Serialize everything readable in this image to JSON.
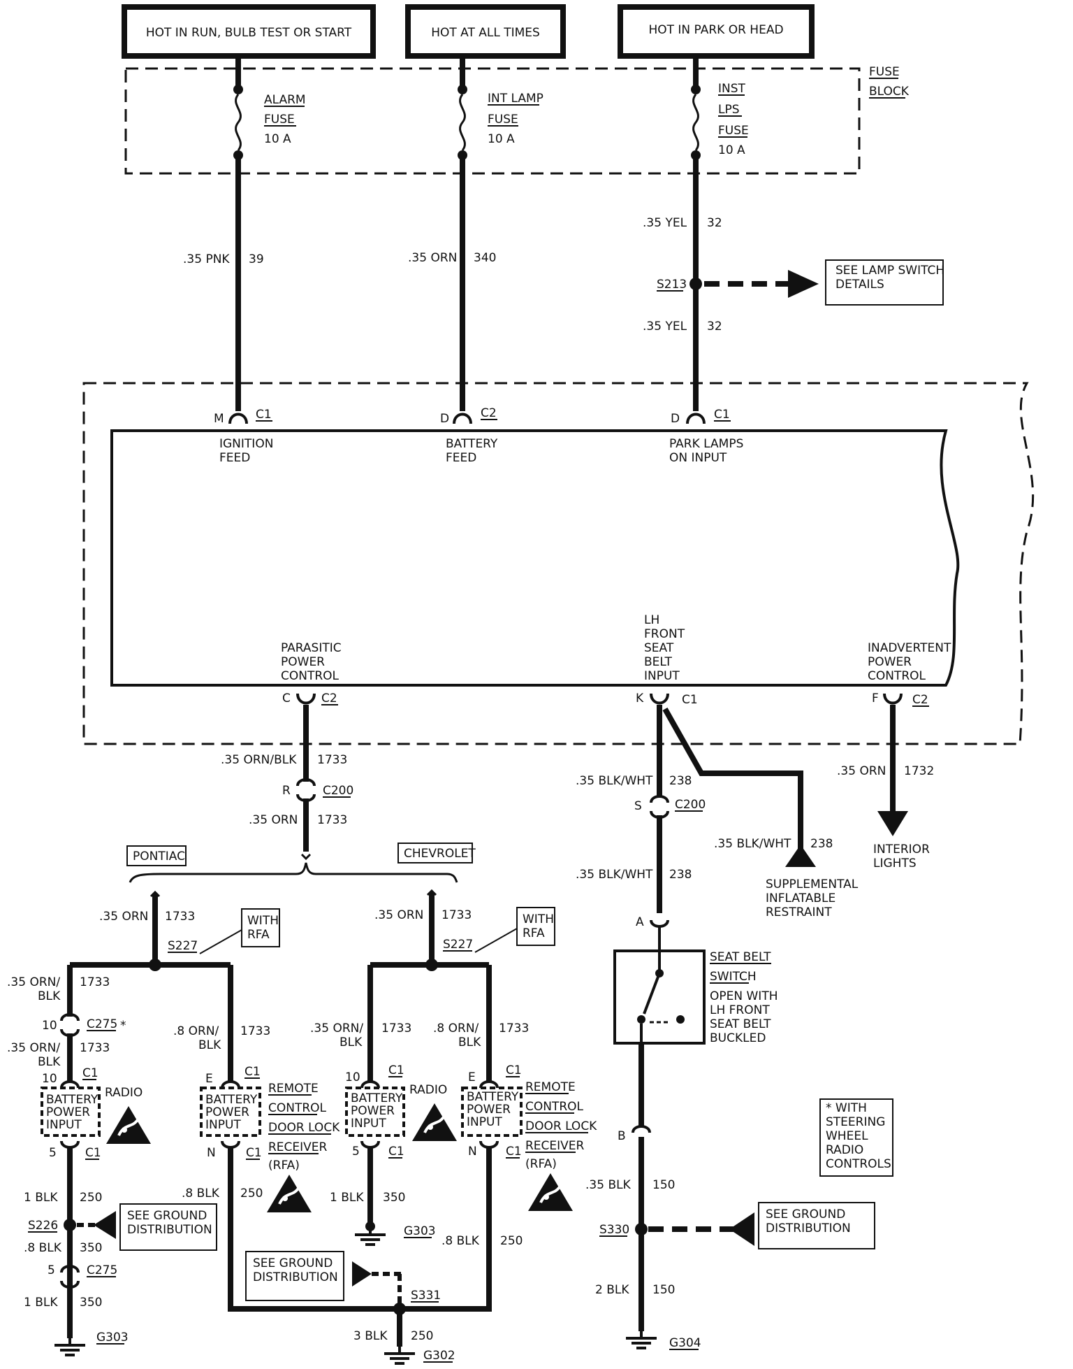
{
  "headers": {
    "run": "HOT IN RUN, BULB TEST OR START",
    "always": "HOT AT ALL TIMES",
    "park": "HOT IN PARK OR HEAD"
  },
  "fuse_block": {
    "title": [
      "FUSE",
      "BLOCK"
    ],
    "alarm": [
      "ALARM",
      "FUSE",
      "10 A"
    ],
    "int_lamp": [
      "INT LAMP",
      "FUSE",
      "10 A"
    ],
    "inst": [
      "INST",
      "LPS",
      "FUSE",
      "10 A"
    ]
  },
  "wires": {
    "w39": [
      ".35 PNK",
      "39"
    ],
    "w340": [
      ".35 ORN",
      "340"
    ],
    "w32a": [
      ".35 YEL",
      "32"
    ],
    "w32b": [
      ".35 YEL",
      "32"
    ],
    "w1733a": [
      ".35 ORN/BLK",
      "1733"
    ],
    "w1733b": [
      ".35 ORN",
      "1733"
    ],
    "w238a": [
      ".35 BLK/WHT",
      "238"
    ],
    "w238b": [
      ".35 BLK/WHT",
      "238"
    ],
    "w238c": [
      ".35 BLK/WHT",
      "238"
    ],
    "w1732": [
      ".35 ORN",
      "1732"
    ],
    "p_1733_top": [
      ".35 ORN",
      "1733"
    ],
    "p_1733_left1": [
      ".35 ORN/",
      "BLK",
      "1733"
    ],
    "p_1733_left2": [
      ".35 ORN/",
      "BLK",
      "1733"
    ],
    "p_1733_right": [
      ".8 ORN/",
      "BLK",
      "1733"
    ],
    "p_250_a": [
      "1 BLK",
      "250"
    ],
    "p_350_a": [
      ".8 BLK",
      "350"
    ],
    "p_350_b": [
      "1 BLK",
      "350"
    ],
    "p_250_b": [
      ".8 BLK",
      "250"
    ],
    "c_1733_top": [
      ".35 ORN",
      "1733"
    ],
    "c_1733_left": [
      ".35 ORN/",
      "BLK",
      "1733"
    ],
    "c_1733_right": [
      ".8 ORN/",
      "BLK",
      "1733"
    ],
    "c_350": [
      "1 BLK",
      "350"
    ],
    "c_250": [
      ".8 BLK",
      "250"
    ],
    "g302_wire": [
      "3 BLK",
      "250"
    ],
    "w150a": [
      ".35 BLK",
      "150"
    ],
    "w150b": [
      "2 BLK",
      "150"
    ]
  },
  "splices": {
    "s213": "S213",
    "s227a": "S227",
    "s227b": "S227",
    "s226": "S226",
    "s331": "S331",
    "s330": "S330"
  },
  "grounds": {
    "g303a": "G303",
    "g303b": "G303",
    "g302": "G302",
    "g304": "G304"
  },
  "connectors": {
    "m": [
      "M",
      "C1"
    ],
    "d2": [
      "D",
      "C2"
    ],
    "d1": [
      "D",
      "C1"
    ],
    "c2": [
      "C",
      "C2"
    ],
    "k1": [
      "K",
      "C1"
    ],
    "f2": [
      "F",
      "C2"
    ],
    "r200": [
      "R",
      "C200"
    ],
    "s200": [
      "S",
      "C200"
    ],
    "c275a": [
      "10",
      "C275"
    ],
    "c275b": [
      "5",
      "C275"
    ],
    "p_rad_top": [
      "10",
      "C1"
    ],
    "p_rad_bot": [
      "5",
      "C1"
    ],
    "p_rem_top": [
      "E",
      "C1"
    ],
    "p_rem_bot": [
      "N",
      "C1"
    ],
    "c_rad_top": [
      "10",
      "C1"
    ],
    "c_rad_bot": [
      "5",
      "C1"
    ],
    "c_rem_top": [
      "E",
      "C1"
    ],
    "c_rem_bot": [
      "N",
      "C1"
    ],
    "sw_a": "A",
    "sw_b": "B",
    "c275_star": "*"
  },
  "module": {
    "ignition": [
      "IGNITION",
      "FEED"
    ],
    "battery": [
      "BATTERY",
      "FEED"
    ],
    "park": [
      "PARK LAMPS",
      "ON INPUT"
    ],
    "parasitic": [
      "PARASITIC",
      "POWER",
      "CONTROL"
    ],
    "lh_belt": [
      "LH",
      "FRONT",
      "SEAT",
      "BELT",
      "INPUT"
    ],
    "inadvertent": [
      "INADVERTENT",
      "POWER",
      "CONTROL"
    ]
  },
  "refs": {
    "lamp_switch": [
      "SEE LAMP SWITCH",
      "DETAILS"
    ],
    "ground_dist_1": [
      "SEE GROUND",
      "DISTRIBUTION"
    ],
    "ground_dist_2": [
      "SEE GROUND",
      "DISTRIBUTION"
    ],
    "ground_dist_3": [
      "SEE GROUND",
      "DISTRIBUTION"
    ],
    "with_rfa_1": [
      "WITH",
      "RFA"
    ],
    "with_rfa_2": [
      "WITH",
      "RFA"
    ],
    "steering_note": [
      "* WITH",
      "STEERING",
      "WHEEL",
      "RADIO",
      "CONTROLS"
    ]
  },
  "branches": {
    "pontiac": "PONTIAC",
    "chevrolet": "CHEVROLET"
  },
  "components": {
    "batt_input": [
      "BATTERY",
      "POWER",
      "INPUT"
    ],
    "radio": "RADIO",
    "rem_lock": [
      "REMOTE",
      "CONTROL",
      "DOOR LOCK",
      "RECEIVER",
      "(RFA)"
    ],
    "seat_belt_switch": [
      "SEAT BELT",
      "SWITCH",
      "OPEN WITH",
      "LH FRONT",
      "SEAT BELT",
      "BUCKLED"
    ],
    "interior_lights": [
      "INTERIOR",
      "LIGHTS"
    ],
    "sir": [
      "SUPPLEMENTAL",
      "INFLATABLE",
      "RESTRAINT"
    ]
  }
}
